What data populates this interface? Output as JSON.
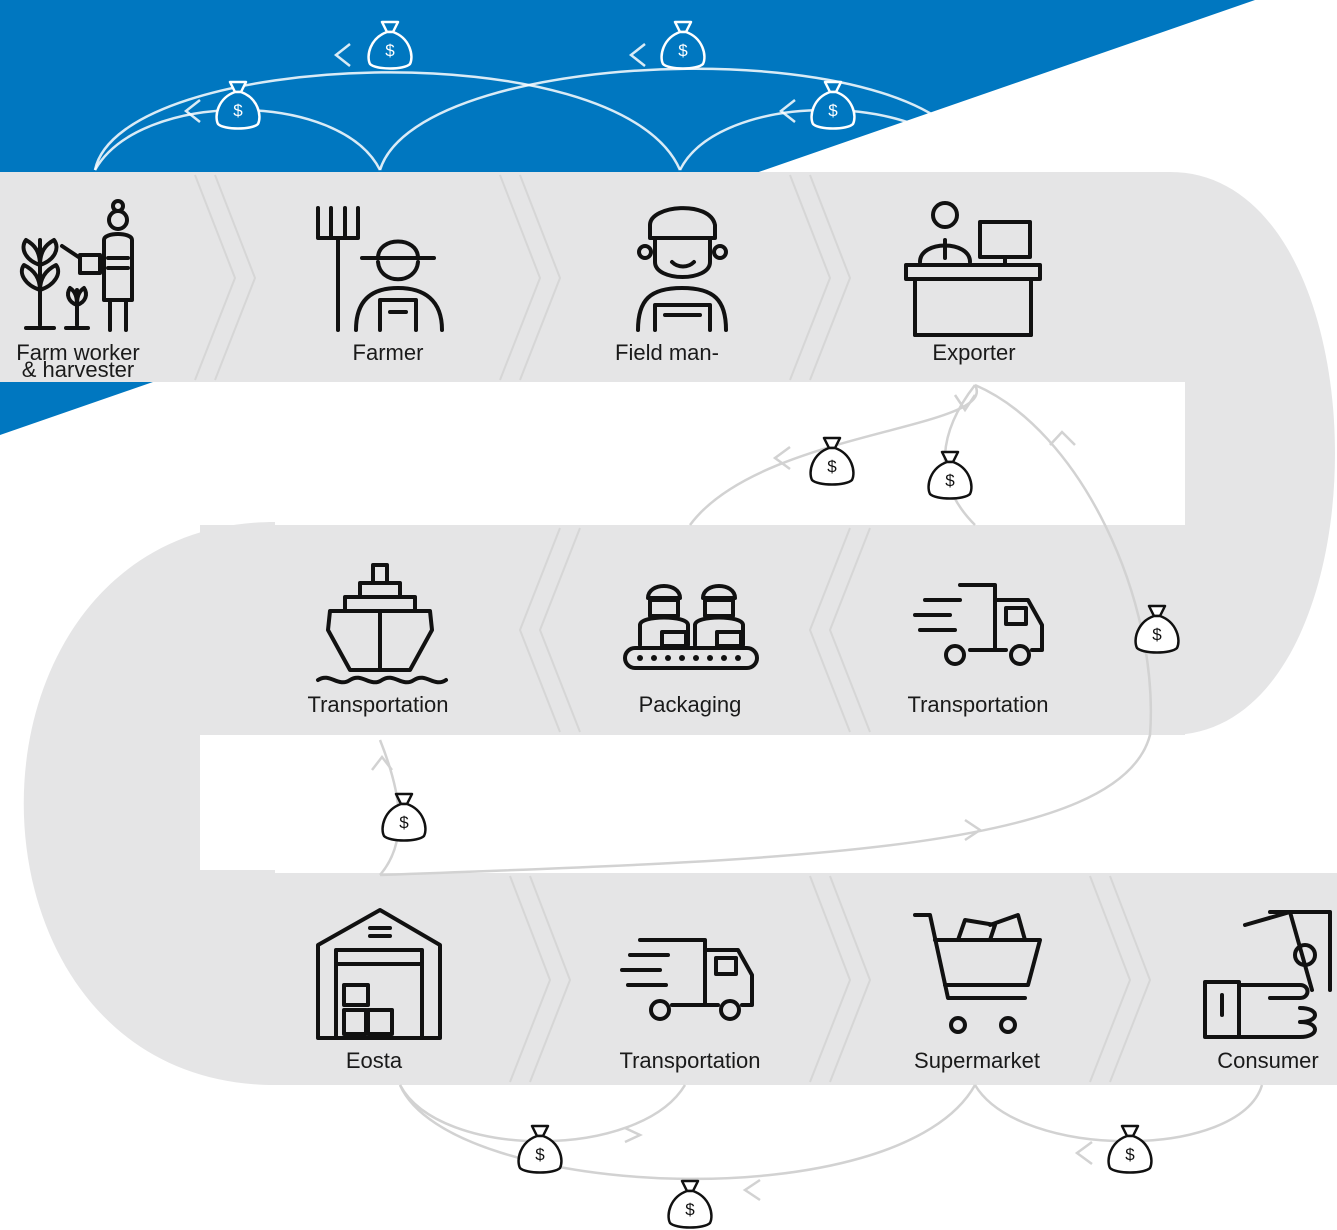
{
  "colors": {
    "accent_blue": "#0077c0",
    "band_grey": "#e5e5e6",
    "flow_line": "#d2d2d2",
    "icon": "#111111"
  },
  "row1": {
    "farm_worker_line1": "Farm worker",
    "farm_worker_line2": "& harvester",
    "farmer": "Farmer",
    "field_manager": "Field man-",
    "exporter": "Exporter"
  },
  "row2": {
    "transportation_ship": "Transportation",
    "packaging": "Packaging",
    "transportation_truck": "Transportation"
  },
  "row3": {
    "eosta": "Eosta",
    "transportation_truck": "Transportation",
    "supermarket": "Supermarket",
    "consumer": "Consumer"
  },
  "money_symbol": "$",
  "icons": [
    "farm-worker-icon",
    "farmer-icon",
    "field-manager-icon",
    "exporter-icon",
    "ship-icon",
    "packaging-icon",
    "truck-icon",
    "warehouse-icon",
    "shopping-cart-icon",
    "consumer-money-icon",
    "money-bag-icon"
  ]
}
